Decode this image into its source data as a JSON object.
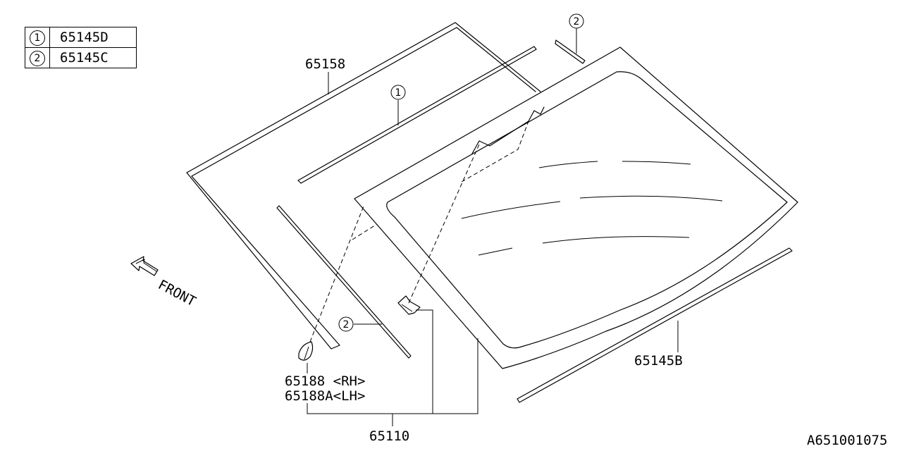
{
  "legend": [
    {
      "num": "1",
      "part": "65145D"
    },
    {
      "num": "2",
      "part": "65145C"
    }
  ],
  "callouts": {
    "frame_molding": "65158",
    "upper_molding_num": "1",
    "side_molding_num": "2",
    "top_right_num": "2",
    "bottom_molding": "65145B",
    "spacer_rh": "65188 <RH>",
    "spacer_lh": "65188A<LH>",
    "glass": "65110"
  },
  "front_label": "FRONT",
  "diagram_code": "A651001075"
}
